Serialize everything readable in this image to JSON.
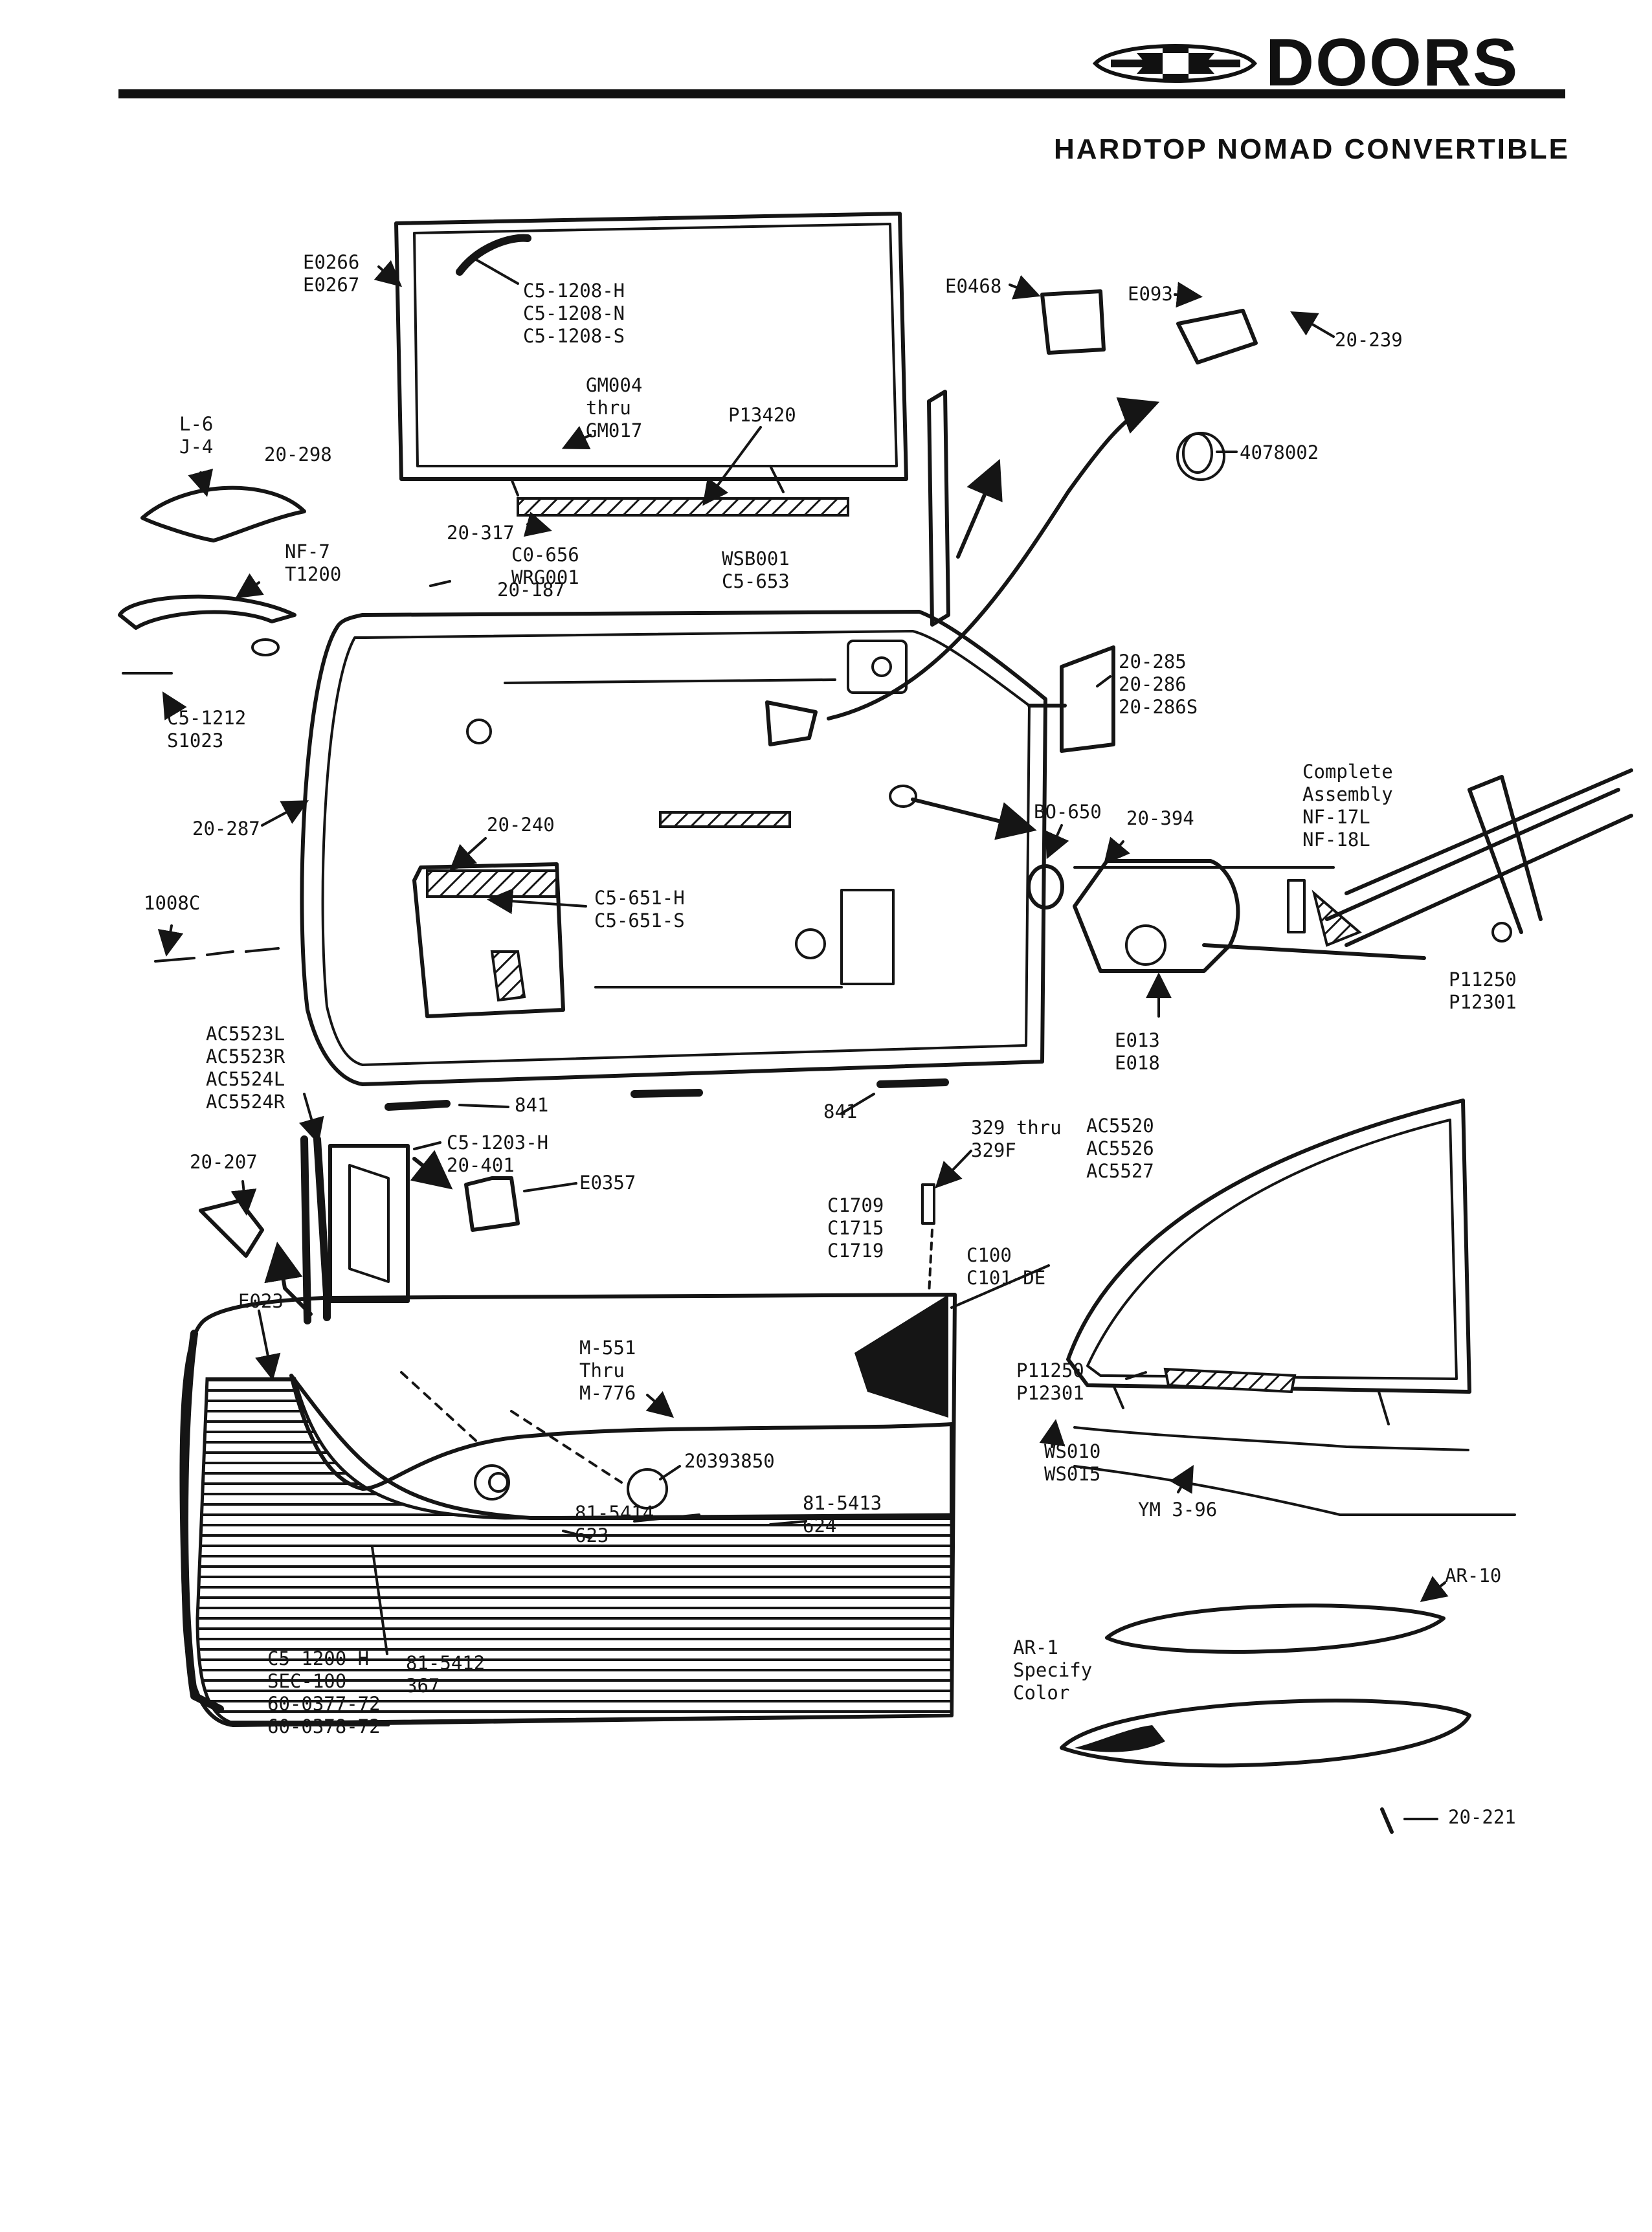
{
  "header": {
    "title": "DOORS",
    "subtitle": "HARDTOP NOMAD CONVERTIBLE",
    "logo": "chevrolet-bowtie-emblem"
  },
  "labels": {
    "e0266": [
      "E0266",
      "E0267"
    ],
    "c5_1208": [
      "C5-1208-H",
      "C5-1208-N",
      "C5-1208-S"
    ],
    "gm004": [
      "GM004",
      "thru",
      "GM017"
    ],
    "p13420": [
      "P13420"
    ],
    "l6": [
      "L-6",
      "J-4"
    ],
    "n20_298": [
      "20-298"
    ],
    "n20_317": [
      "20-317"
    ],
    "c0_656": [
      "C0-656",
      "WRG001"
    ],
    "n20_187": [
      "20-187"
    ],
    "wsb001": [
      "WSB001",
      "C5-653"
    ],
    "nf7": [
      "NF-7",
      "T1200"
    ],
    "e0468": [
      "E0468"
    ],
    "e093": [
      "E093"
    ],
    "n20_239": [
      "20-239"
    ],
    "n4078002": [
      "4078002"
    ],
    "c5_1212": [
      "C5-1212",
      "S1023"
    ],
    "n20_285": [
      "20-285",
      "20-286",
      "20-286S"
    ],
    "complete": [
      "Complete",
      "Assembly",
      "NF-17L",
      "NF-18L"
    ],
    "n20_287": [
      "20-287"
    ],
    "n20_240": [
      "20-240"
    ],
    "bo650": [
      "BO-650"
    ],
    "n20_394": [
      "20-394"
    ],
    "c5_651": [
      "C5-651-H",
      "C5-651-S"
    ],
    "n1008c": [
      "1008C"
    ],
    "p11250a": [
      "P11250",
      "P12301"
    ],
    "e013": [
      "E013",
      "E018"
    ],
    "ac5523": [
      "AC5523L",
      "AC5523R",
      "AC5524L",
      "AC5524R"
    ],
    "n841a": [
      "841"
    ],
    "n841b": [
      "841"
    ],
    "c5_1203": [
      "C5-1203-H",
      "20-401"
    ],
    "e0357": [
      "E0357"
    ],
    "n20_207": [
      "20-207"
    ],
    "n329": [
      "329 thru",
      "329F"
    ],
    "ac5520": [
      "AC5520",
      "AC5526",
      "AC5527"
    ],
    "c1709": [
      "C1709",
      "C1715",
      "C1719"
    ],
    "c100": [
      "C100",
      "C101-DE"
    ],
    "e023": [
      "E023"
    ],
    "m551": [
      "M-551",
      "Thru",
      "M-776"
    ],
    "p11250b": [
      "P11250",
      "P12301"
    ],
    "ws010": [
      "WS010",
      "WS015"
    ],
    "ym396": [
      "YM 3-96"
    ],
    "n20393850": [
      "20393850"
    ],
    "n81_5414": [
      "81-5414",
      "623"
    ],
    "n81_5413": [
      "81-5413",
      "624"
    ],
    "ar10": [
      "AR-10"
    ],
    "c5_1200": [
      "C5-1200-H",
      "SEC-100",
      "60-0377-72",
      "60-0378-72"
    ],
    "n81_5412": [
      "81-5412",
      "367"
    ],
    "ar1": [
      "AR-1",
      "Specify",
      "Color"
    ],
    "n20_221": [
      "20-221"
    ]
  }
}
